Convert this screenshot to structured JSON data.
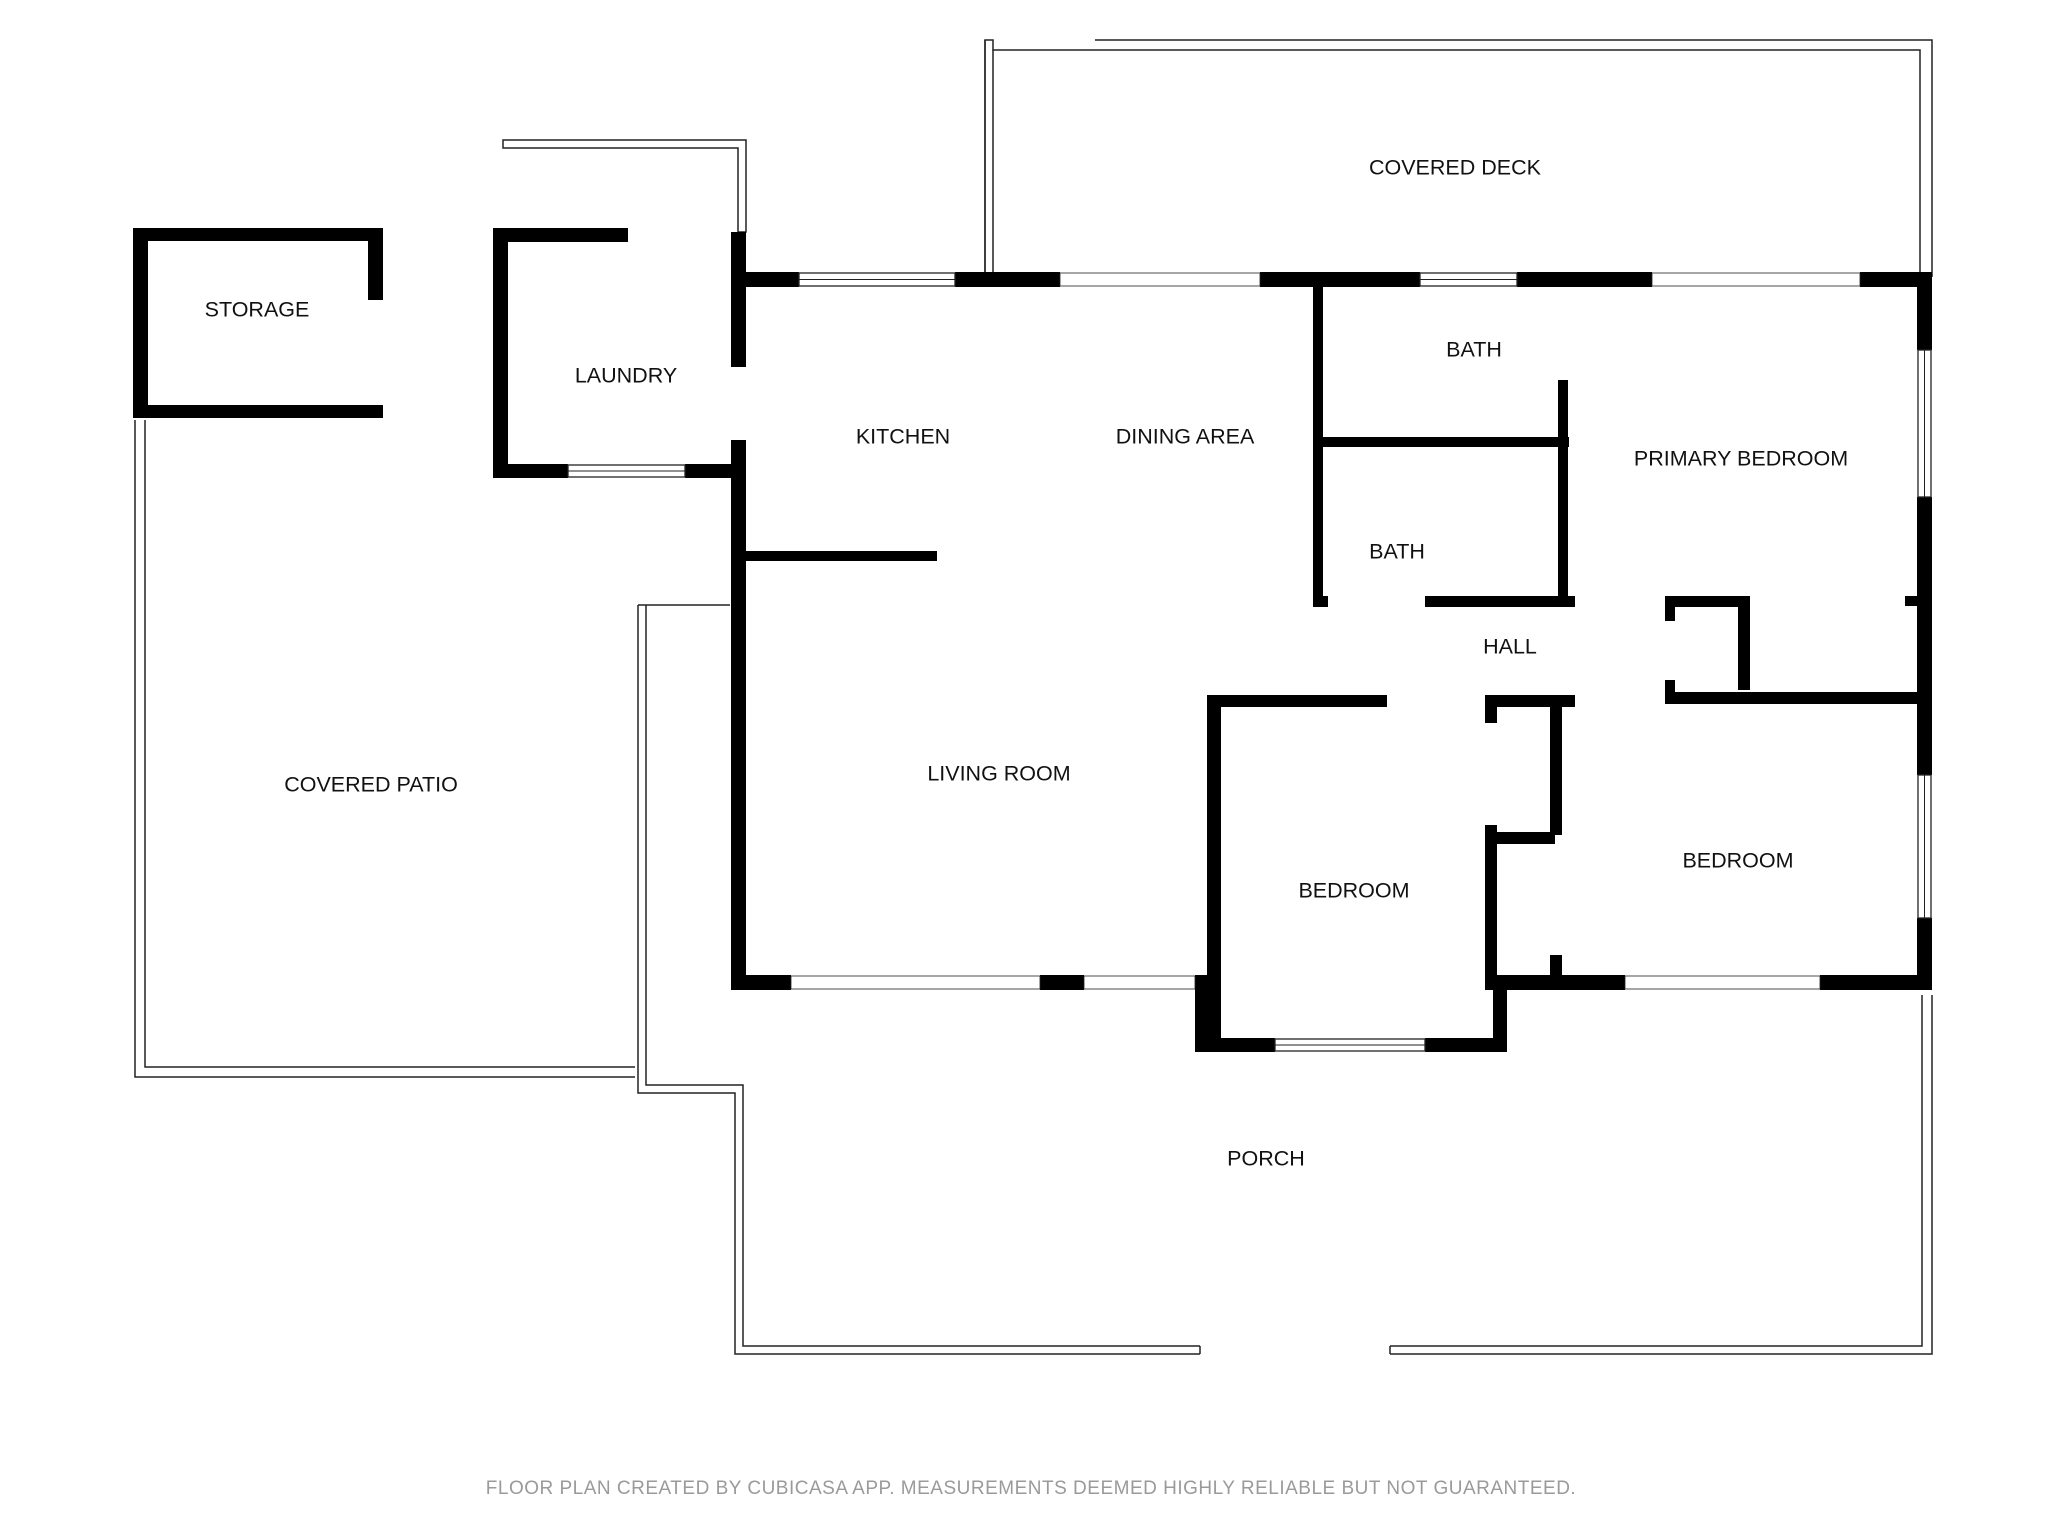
{
  "rooms": {
    "covered_deck": "COVERED DECK",
    "storage": "STORAGE",
    "laundry": "LAUNDRY",
    "kitchen": "KITCHEN",
    "dining_area": "DINING AREA",
    "bath_upper": "BATH",
    "bath_lower": "BATH",
    "primary_bedroom": "PRIMARY BEDROOM",
    "hall": "HALL",
    "covered_patio": "COVERED PATIO",
    "living_room": "LIVING ROOM",
    "bedroom_center": "BEDROOM",
    "bedroom_right": "BEDROOM",
    "porch": "PORCH"
  },
  "footer": "FLOOR PLAN CREATED BY CUBICASA APP. MEASUREMENTS DEEMED HIGHLY RELIABLE BUT NOT GUARANTEED.",
  "colors": {
    "wall": "#000000",
    "background": "#ffffff",
    "footer_text": "#9a9a9a"
  }
}
